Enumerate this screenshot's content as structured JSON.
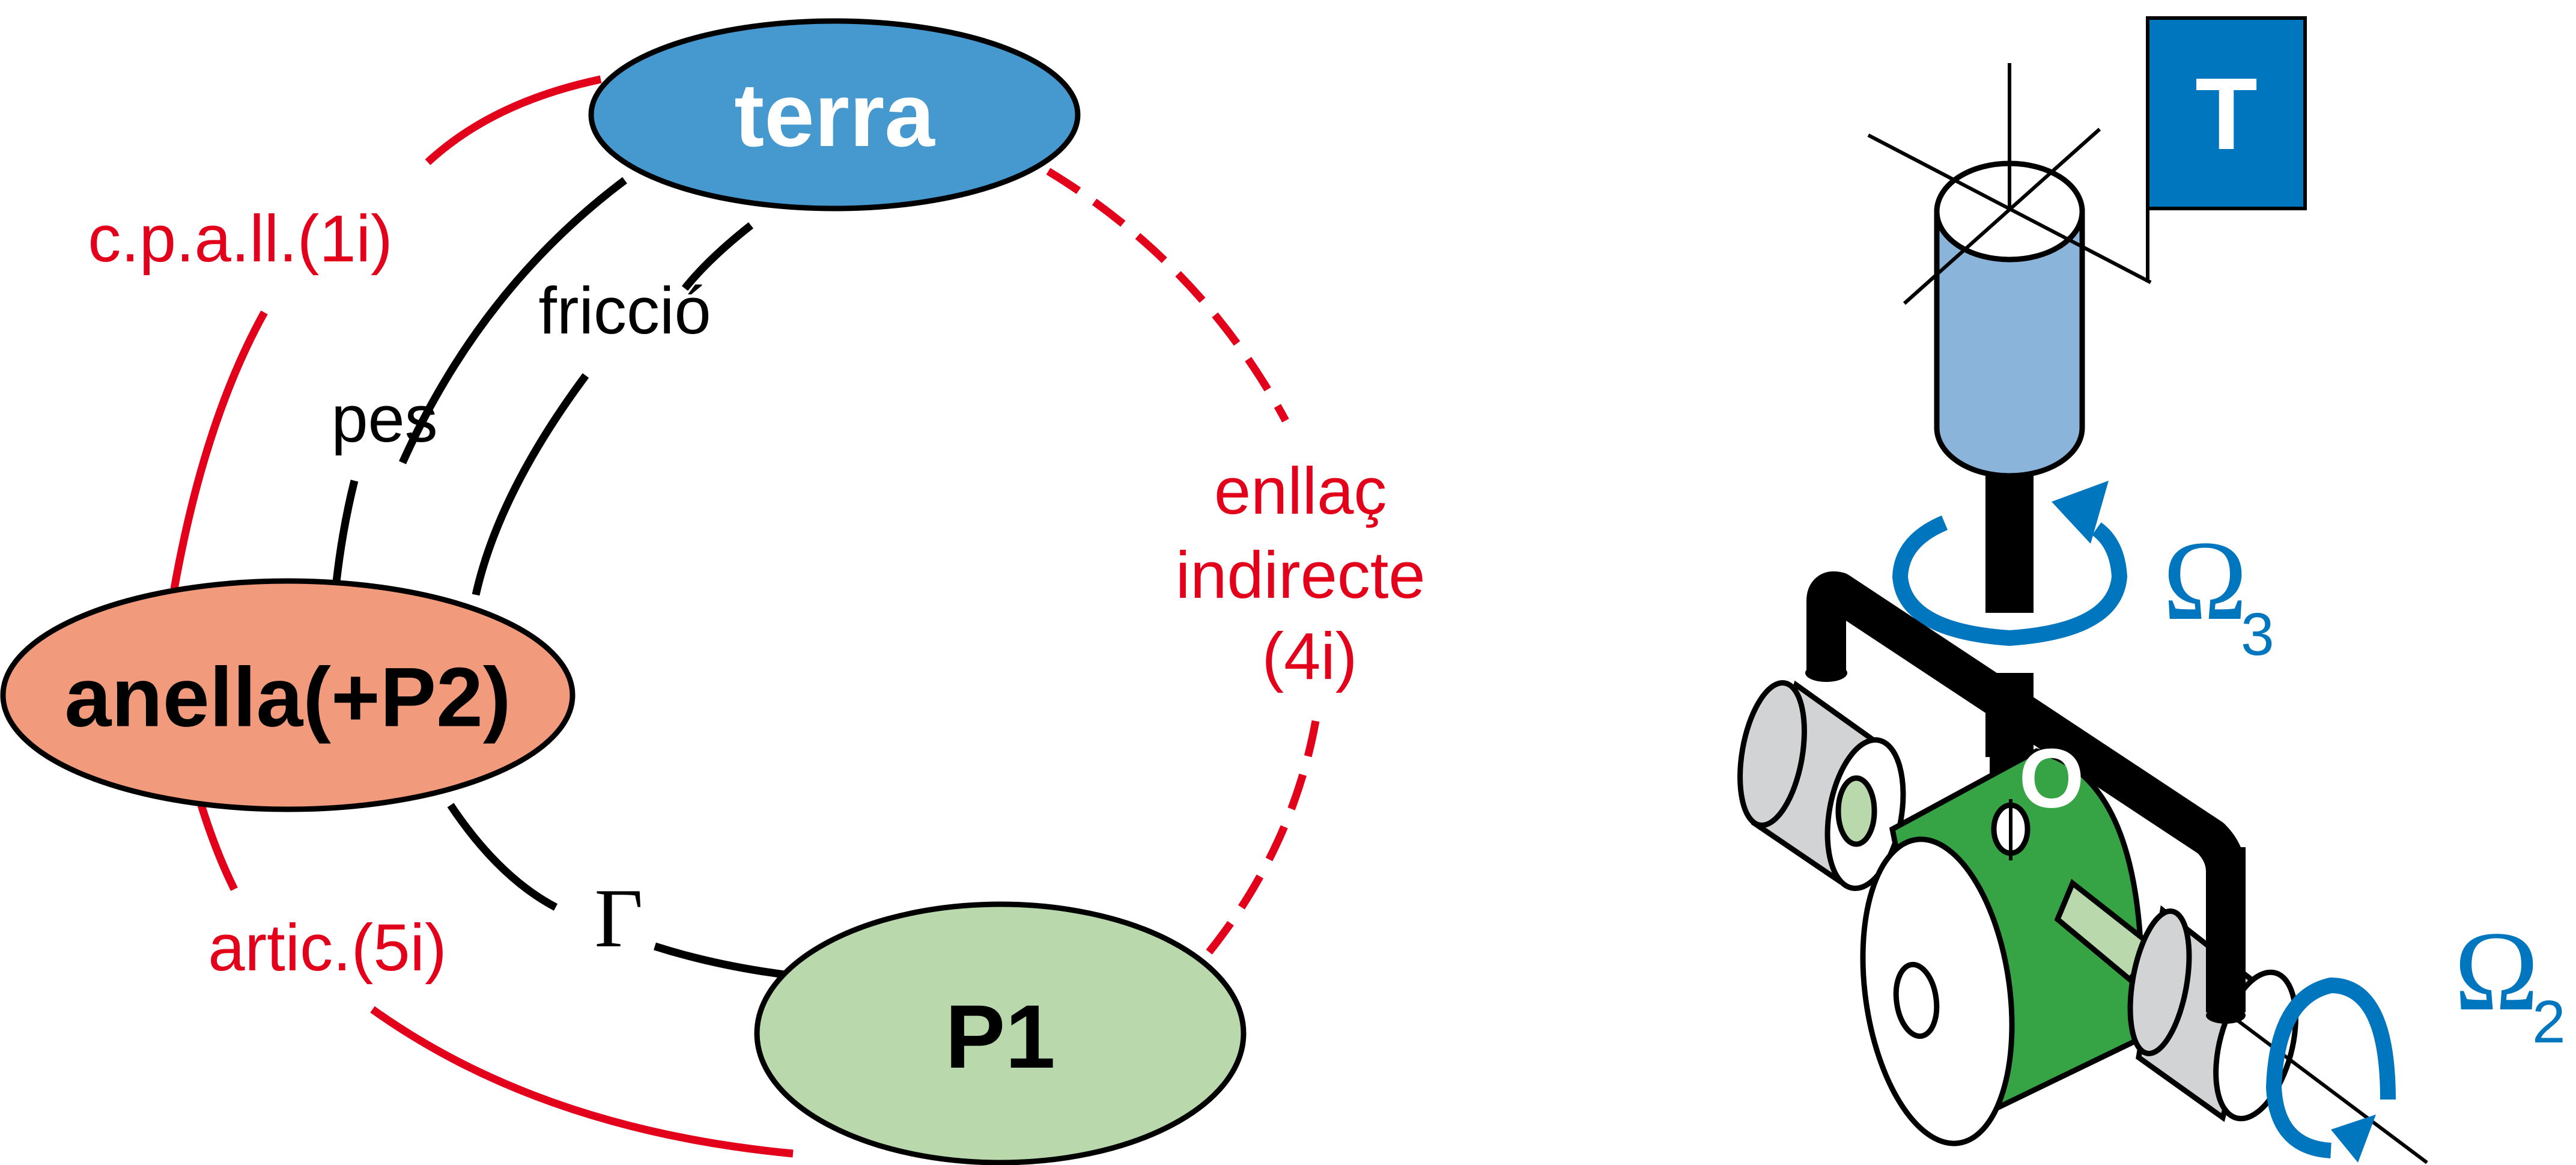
{
  "graph": {
    "nodes": {
      "terra": {
        "label": "terra",
        "fill": "#4699CF",
        "text_color": "#ffffff"
      },
      "anella": {
        "label": "anella(+P2)",
        "fill": "#F29B7C",
        "text_color": "#000000"
      },
      "p1": {
        "label": "P1",
        "fill": "#B9D9AC",
        "text_color": "#000000"
      }
    },
    "edges": {
      "cpall": {
        "label": "c.p.a.ll.(1i)",
        "color": "#E2001A",
        "style": "solid"
      },
      "pes": {
        "label": "pes",
        "color": "#000000",
        "style": "solid"
      },
      "friccio": {
        "label": "fricció",
        "color": "#000000",
        "style": "solid"
      },
      "gamma": {
        "label": "Γ",
        "color": "#000000",
        "style": "solid"
      },
      "artic": {
        "label": "artic.(5i)",
        "color": "#E2001A",
        "style": "solid"
      },
      "enllac": {
        "lines": [
          "enllaç",
          "indirecte",
          "(4i)"
        ],
        "color": "#E2001A",
        "style": "dashed"
      }
    }
  },
  "mechanism": {
    "frame_label": "T",
    "frame_color": "#0076BE",
    "body_label": "O",
    "body_color": "#36A344",
    "upper_cylinder_color": "#8BB4DA",
    "bearing_color": "#D1D3D4",
    "axle_color": "#B9D9AC",
    "omega3": {
      "symbol": "Ω",
      "subscript": "3"
    },
    "omega2": {
      "symbol": "Ω",
      "subscript": "2"
    },
    "arrow_color": "#0076BE"
  }
}
